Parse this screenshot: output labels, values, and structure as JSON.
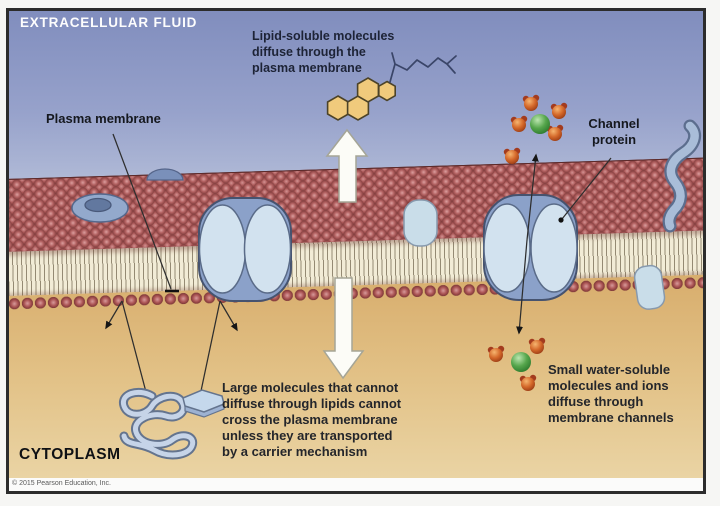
{
  "labels": {
    "extracellular": "EXTRACELLULAR FLUID",
    "cytoplasm": "CYTOPLASM",
    "plasma_membrane": "Plasma membrane",
    "channel_protein": "Channel\nprotein",
    "copyright": "© 2015 Pearson Education, Inc."
  },
  "annotations": {
    "lipid_soluble": "Lipid-soluble molecules\ndiffuse through the\nplasma membrane",
    "large_molecules": "Large molecules that cannot\ndiffuse through lipids cannot\ncross the plasma membrane\nunless they are transported\nby a carrier mechanism",
    "small_water_soluble": "Small water-soluble\nmolecules and ions\ndiffuse through\nmembrane channels"
  },
  "elements": [
    {
      "name": "phospholipid-bilayer",
      "desc": "red lipid heads with cream fatty-acid tails"
    },
    {
      "name": "channel-protein-left-icon",
      "desc": "blue transport protein in membrane"
    },
    {
      "name": "channel-protein-right-icon",
      "desc": "blue channel protein with open pore"
    },
    {
      "name": "pore-protein-icon",
      "desc": "donut-shaped surface protein"
    },
    {
      "name": "dome-protein-icon",
      "desc": "half-embedded surface protein"
    },
    {
      "name": "glycoprotein-squiggle-icon",
      "desc": "carbohydrate chain on membrane surface"
    },
    {
      "name": "cholesterol-molecule-icon",
      "desc": "lipid-soluble steroid ring structure"
    },
    {
      "name": "hydrated-ion",
      "desc": "green ion surrounded by orange water molecules"
    },
    {
      "name": "large-protein-tangle-icon",
      "desc": "large folded protein in cytoplasm"
    },
    {
      "name": "large-molecule-plate-icon",
      "desc": "flat large molecule in cytoplasm"
    },
    {
      "name": "diffusion-up-arrow",
      "desc": "white arrow out of membrane"
    },
    {
      "name": "diffusion-down-arrow",
      "desc": "white arrow into cytoplasm"
    }
  ],
  "colors": {
    "extracellular_top": "#7e8bbc",
    "extracellular_bottom": "#cbd3e4",
    "cytoplasm_top": "#d7ac6b",
    "cytoplasm_bottom": "#ecd9ac",
    "head_red": "#ae5c5c",
    "tail_cream": "#f2ecd6",
    "protein_light": "#d2e2ef",
    "protein_mid": "#8ba1c9",
    "protein_outline": "#46536f",
    "ion_green": "#56a64c",
    "water_orange": "#d4682a",
    "sterol_yellow": "#f0ca7c",
    "arrow_white": "#fcfcf7"
  }
}
